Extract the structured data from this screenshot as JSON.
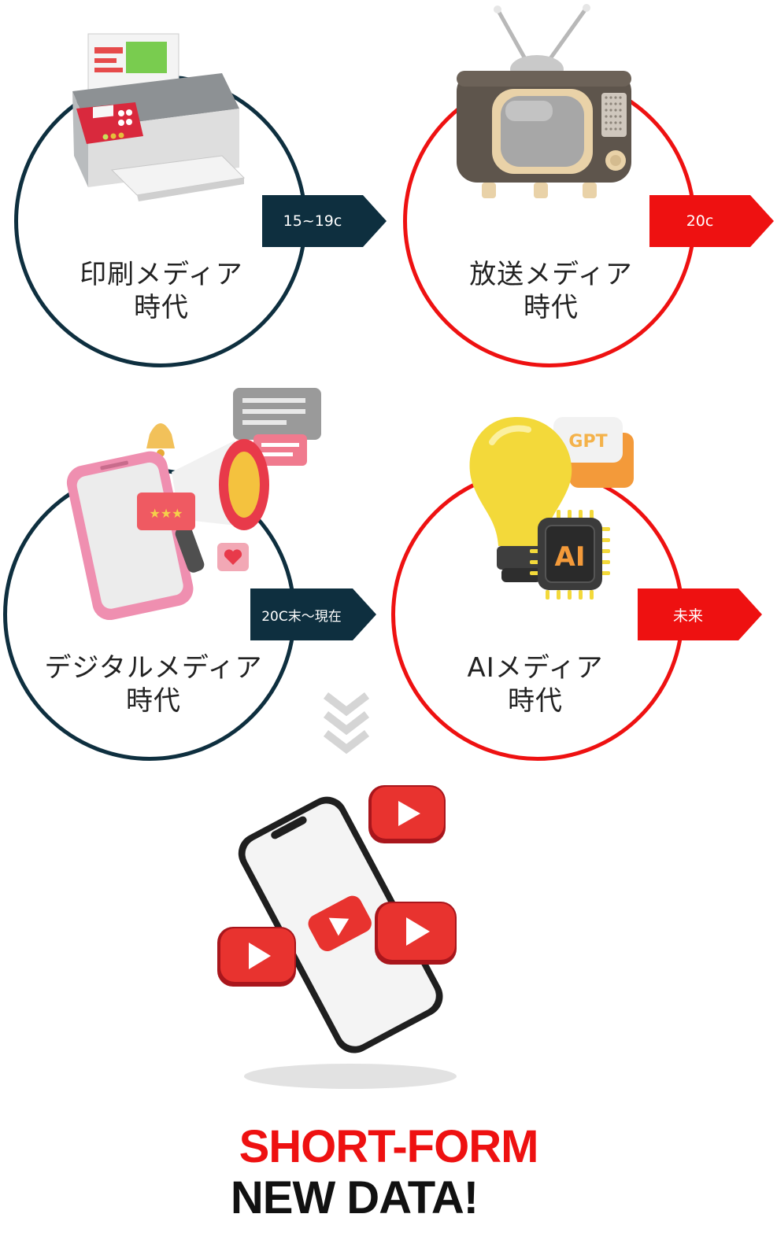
{
  "colors": {
    "navy": "#0e2f3f",
    "red": "#ee1111",
    "text": "#222222"
  },
  "eras": [
    {
      "label_line1": "印刷メディア",
      "label_line2": "時代",
      "tag": "15~19c",
      "tag_color": "#0e2f3f",
      "ring_color": "#0e2f3f",
      "icon": "printer-icon"
    },
    {
      "label_line1": "放送メディア",
      "label_line2": "時代",
      "tag": "20c",
      "tag_color": "#ee1111",
      "ring_color": "#ee1111",
      "icon": "television-icon"
    },
    {
      "label_line1": "デジタルメディア",
      "label_line2": "時代",
      "tag": "20C末～現在",
      "tag_color": "#0e2f3f",
      "ring_color": "#0e2f3f",
      "icon": "smartphone-megaphone-icon"
    },
    {
      "label_line1": "AIメディア",
      "label_line2": "時代",
      "tag": "未来",
      "tag_color": "#ee1111",
      "ring_color": "#ee1111",
      "icon": "lightbulb-ai-icon"
    }
  ],
  "icon_texts": {
    "gpt": "GPT",
    "ai": "AI"
  },
  "hero_icon": "smartphone-video-icon",
  "headline": {
    "line1": "SHORT-FORM",
    "line2": "NEW DATA!"
  }
}
